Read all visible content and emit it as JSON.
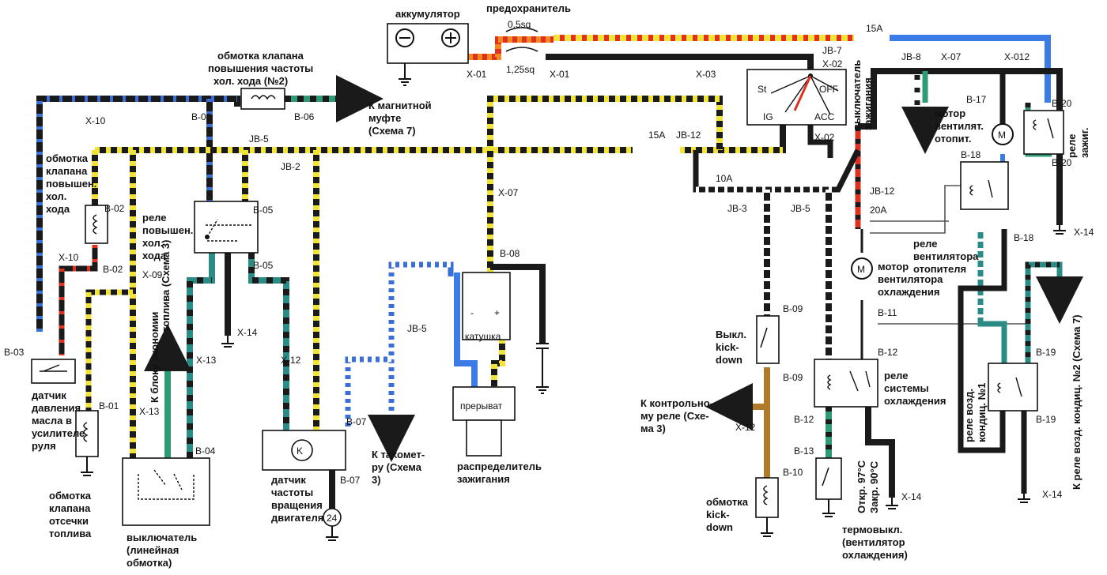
{
  "labels": {
    "battery": "аккумулятор",
    "fuse_main": "предохранитель",
    "wire_05": "0,5sq",
    "wire_125": "1,25sq",
    "x01a": "X-01",
    "x01b": "X-01",
    "x02a": "X-02",
    "x02b": "X-02",
    "x03": "X-03",
    "jb7": "JB-7",
    "jb8": "JB-8",
    "x07_top": "X-07",
    "x012": "X-012",
    "fuse15_top": "15A",
    "fuse15_mid": "15A",
    "fuse10": "10A",
    "fuse20": "20A",
    "ign_switch_l1": "выключатель",
    "ign_switch_l2": "зажигания",
    "ign_st": "St",
    "ign_ig": "IG",
    "ign_off": "OFF",
    "ign_acc": "ACC",
    "idle_valve2_l1": "обмотка клапана",
    "idle_valve2_l2": "повышения частоты",
    "idle_valve2_l3": "хол. хода (№2)",
    "magnetic_clutch_l1": "К магнитной",
    "magnetic_clutch_l2": "муфте",
    "magnetic_clutch_l3": "(Схема 7)",
    "x10_top": "X-10",
    "b06a": "B-06",
    "b06b": "B-06",
    "jb5_top": "JB-5",
    "jb2": "JB-2",
    "x07_mid": "X-07",
    "jb12a": "JB-12",
    "jb12b": "JB-12",
    "idle_valve_l1": "обмотка",
    "idle_valve_l2": "клапана",
    "idle_valve_l3": "повышен.",
    "idle_valve_l4": "хол.",
    "idle_valve_l5": "хода",
    "b02a": "B-02",
    "b02b": "B-02",
    "x10_mid": "X-10",
    "x09": "X-09",
    "relay_idle_l1": "реле",
    "relay_idle_l2": "повышен.",
    "relay_idle_l3": "хол.",
    "relay_idle_l4": "хода",
    "b05a": "B-05",
    "b05b": "B-05",
    "x14a": "X-14",
    "x13a": "X-13",
    "x13b": "X-13",
    "x12a": "X-12",
    "fuel_econ_l1": "К блоку экономии",
    "fuel_econ_l2": "топлива (Схема 3)",
    "b03": "B-03",
    "oil_sensor_l1": "датчик",
    "oil_sensor_l2": "давления",
    "oil_sensor_l3": "масла в",
    "oil_sensor_l4": "усилителе",
    "oil_sensor_l5": "руля",
    "b01": "B-01",
    "cutoff_valve_l1": "обмотка",
    "cutoff_valve_l2": "клапана",
    "cutoff_valve_l3": "отсечки",
    "cutoff_valve_l4": "топлива",
    "b04": "B-04",
    "line_switch_l1": "выключатель",
    "line_switch_l2": "(линейная",
    "line_switch_l3": "обмотка)",
    "b07a": "B-07",
    "b07b": "B-07",
    "rpm_sensor_l1": "датчик",
    "rpm_sensor_l2": "частоты",
    "rpm_sensor_l3": "вращения",
    "rpm_sensor_l4": "двигателя",
    "circle24": "24",
    "jb5_mid": "JB-5",
    "tacho_l1": "К тахомет-",
    "tacho_l2": "ру (Схема",
    "tacho_l3": "3)",
    "b08": "B-08",
    "coil_minus": "-",
    "coil_plus": "+",
    "coil": "катушка",
    "breaker": "прерыват",
    "distributor_l1": "распределитель",
    "distributor_l2": "зажигания",
    "jb3": "JB-3",
    "jb5_right": "JB-5",
    "b09a": "B-09",
    "b09b": "B-09",
    "kickdown_sw_l1": "Выкл.",
    "kickdown_sw_l2": "kick-",
    "kickdown_sw_l3": "down",
    "control_relay_l1": "К контрольно-",
    "control_relay_l2": "му реле (Схе-",
    "control_relay_l3": "ма 3)",
    "x12b": "X-12",
    "b10": "B-10",
    "kickdown_coil_l1": "обмотка",
    "kickdown_coil_l2": "kick-",
    "kickdown_coil_l3": "down",
    "b11": "B-11",
    "b12a": "B-12",
    "b12b": "B-12",
    "b13": "B-13",
    "cooling_relay_l1": "реле",
    "cooling_relay_l2": "системы",
    "cooling_relay_l3": "охлаждения",
    "cooling_fan_l1": "мотор",
    "cooling_fan_l2": "вентилятора",
    "cooling_fan_l3": "охлаждения",
    "heater_fan_relay_l1": "реле",
    "heater_fan_relay_l2": "вентилятора",
    "heater_fan_relay_l3": "отопителя",
    "thermo_open": "Откр. 97°С",
    "thermo_close": "Закр. 90°С",
    "x14b": "X-14",
    "thermo_l1": "термовыкл.",
    "thermo_l2": "(вентилятор",
    "thermo_l3": "охлаждения)",
    "b17": "B-17",
    "heater_motor_l1": "мотор",
    "heater_motor_l2": "вентилят.",
    "heater_motor_l3": "отопит.",
    "b18a": "B-18",
    "b18b": "B-18",
    "b20a": "B-20",
    "b20b": "B-20",
    "ign_relay_l1": "реле",
    "ign_relay_l2": "зажиг.",
    "x14c": "X-14",
    "ac_relay1_l1": "реле возд.",
    "ac_relay1_l2": "кондиц. №1",
    "b19a": "B-19",
    "b19b": "B-19",
    "ac_relay2": "К реле возд. кондиц. №2 (Схема 7)",
    "x14d": "X-14",
    "motor_m": "M",
    "motor_m2": "M",
    "sensor_k": "K"
  },
  "colors": {
    "wire_black": "#1a1a1a",
    "stripe_yellow": "#f2e33a",
    "stripe_blue": "#3b6fd8",
    "stripe_red": "#e03020",
    "stripe_green": "#2e9a78",
    "stripe_white": "#ffffff",
    "wire_orange": "#f08a1e",
    "wire_blue": "#3a7be6",
    "wire_brown": "#b07a2a",
    "wire_teal": "#2a8c84"
  }
}
